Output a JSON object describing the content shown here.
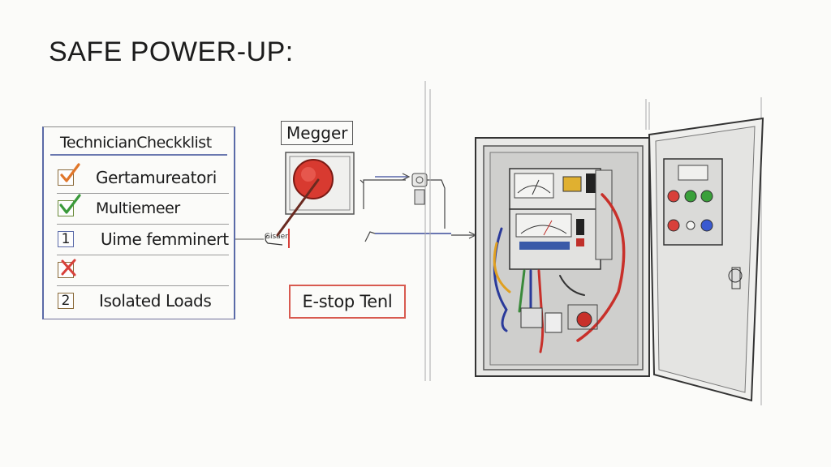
{
  "title": "SAFE POWER-UP:",
  "checklist": {
    "title": "TechnicianCheckklist",
    "items": [
      {
        "box_text": "",
        "mark": "check-orange",
        "label": "Gertamureatori"
      },
      {
        "box_text": "",
        "mark": "check-green",
        "label": "Multiemeer"
      },
      {
        "box_text": "1",
        "mark": "none",
        "label": "Uime femminert"
      },
      {
        "box_text": "",
        "mark": "cross-red",
        "label": ""
      },
      {
        "box_text": "2",
        "mark": "none",
        "label": "Isolated Loads"
      }
    ]
  },
  "megger_label": "Megger",
  "estop_label": "E-stop Tenl",
  "small_label": "Gisaer",
  "colors": {
    "accent_blue": "#5a6aa8",
    "estop_red": "#d83a30",
    "check_orange": "#e0762a",
    "check_green": "#3a9a3a",
    "cross_red": "#d8403a"
  }
}
